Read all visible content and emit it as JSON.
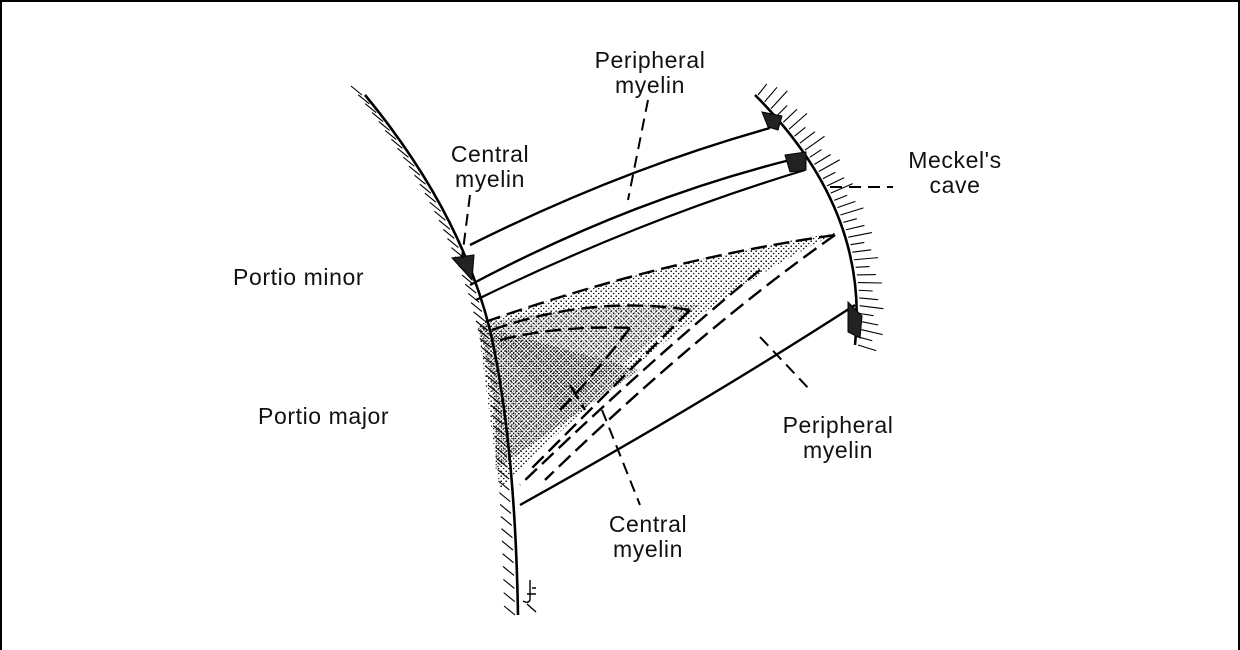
{
  "labels": {
    "peripheral_myelin_top": "Peripheral\nmyelin",
    "central_myelin_top": "Central\nmyelin",
    "meckels_cave": "Meckel's\ncave",
    "portio_minor": "Portio minor",
    "portio_major": "Portio major",
    "peripheral_myelin_bottom": "Peripheral\nmyelin",
    "central_myelin_bottom": "Central\nmyelin"
  },
  "signature": "JR"
}
